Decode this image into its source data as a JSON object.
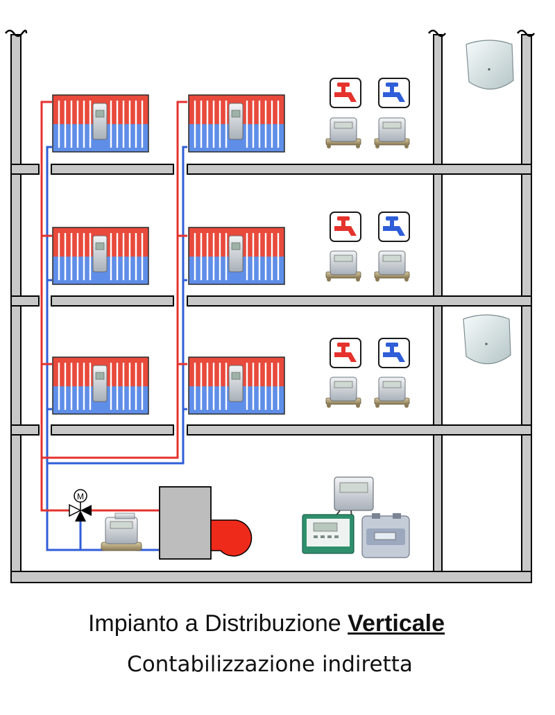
{
  "caption": {
    "title_prefix": "Impianto a Distribuzione ",
    "title_emphasis": "Verticale",
    "subtitle": "Contabilizzazione indiretta"
  },
  "labels": {
    "motor": "M"
  },
  "colors": {
    "structure_gray": "#c8c8c8",
    "outline": "#000000",
    "supply_red": "#e5322d",
    "return_blue": "#2f5ed8",
    "radiator_red": "#e84a3c",
    "radiator_blue": "#5f8ee8",
    "boiler_gray": "#bdbdbd",
    "device_gray": "#d9dde2"
  },
  "diagram": {
    "floors": [
      {
        "level": 3,
        "radiators": [
          "heat-cost-allocator",
          "heat-cost-allocator"
        ],
        "taps": [
          "hot-water-tap",
          "cold-water-tap"
        ],
        "water_meters": 2,
        "wall_unit": true
      },
      {
        "level": 2,
        "radiators": [
          "heat-cost-allocator",
          "heat-cost-allocator"
        ],
        "taps": [
          "hot-water-tap",
          "cold-water-tap"
        ],
        "water_meters": 2,
        "wall_unit": false
      },
      {
        "level": 1,
        "radiators": [
          "heat-cost-allocator",
          "heat-cost-allocator"
        ],
        "taps": [
          "hot-water-tap",
          "cold-water-tap"
        ],
        "water_meters": 2,
        "wall_unit": true
      }
    ],
    "basement": [
      "motorized-three-way-valve",
      "heat-meter",
      "boiler",
      "burner",
      "central-controller",
      "meter-reader",
      "gas-meter"
    ]
  }
}
